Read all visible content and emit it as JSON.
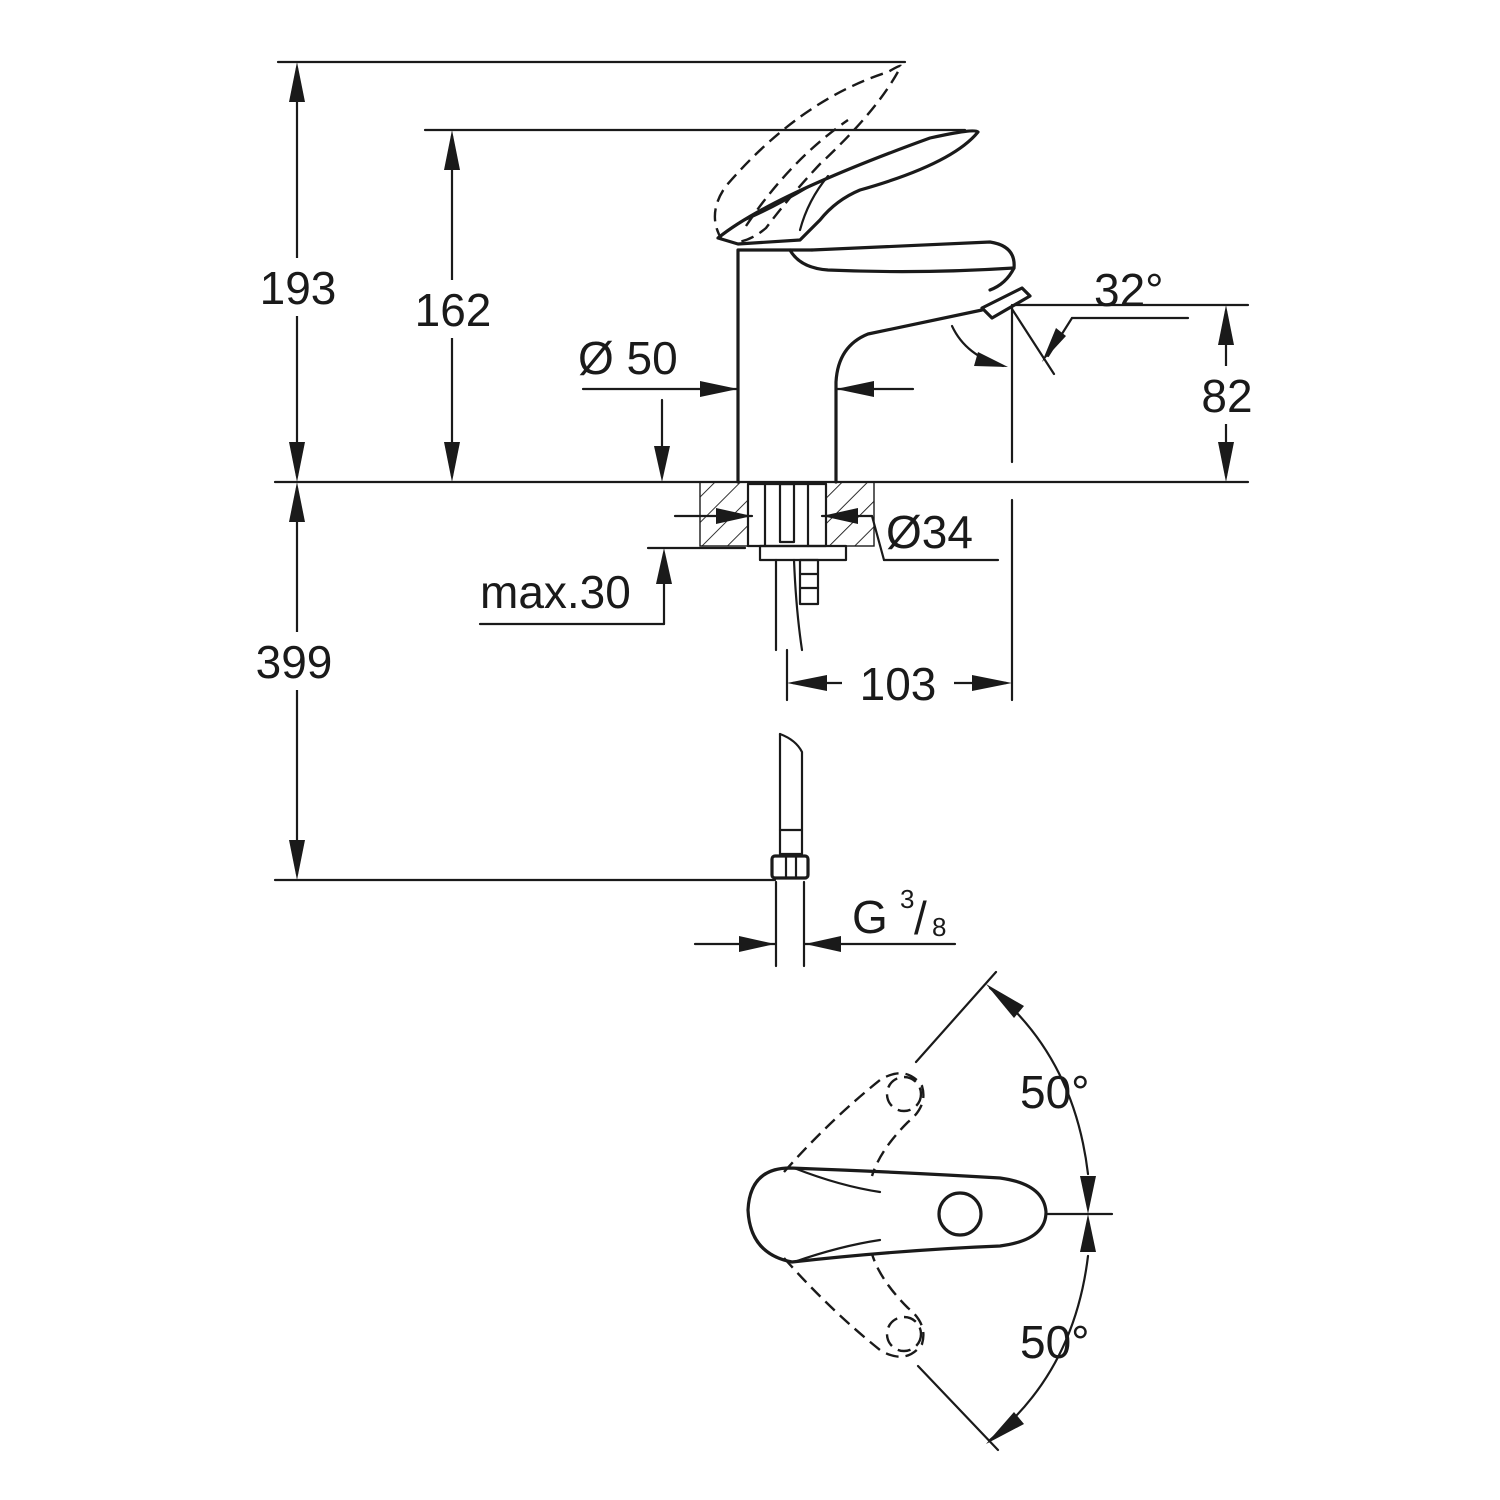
{
  "dimensions": {
    "height_lever_open": "193",
    "height_top": "162",
    "body_diameter": "Ø 50",
    "spout_angle": "32°",
    "spout_height": "82",
    "hole_diameter": "Ø34",
    "max_thickness": "max.30",
    "hose_length": "399",
    "spout_reach": "103",
    "connection_prefix": "G",
    "connection_numerator": "3",
    "connection_slash": "/",
    "connection_denominator": "8",
    "rotation_left": "50°",
    "rotation_right": "50°"
  },
  "colors": {
    "line": "#1a1a1a",
    "background": "#ffffff"
  }
}
